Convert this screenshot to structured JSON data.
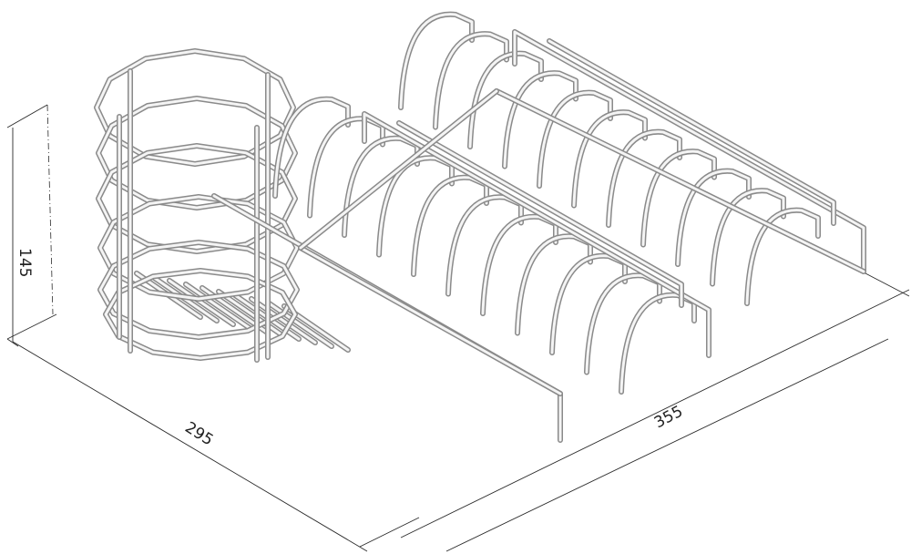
{
  "dimensions": {
    "height": "145",
    "depth": "295",
    "length": "355"
  },
  "colors": {
    "wire_shadow": "#8a8a8a",
    "wire_highlight": "#f4f4f4",
    "dimension_line": "#2a2a2a",
    "background": "#ffffff"
  }
}
